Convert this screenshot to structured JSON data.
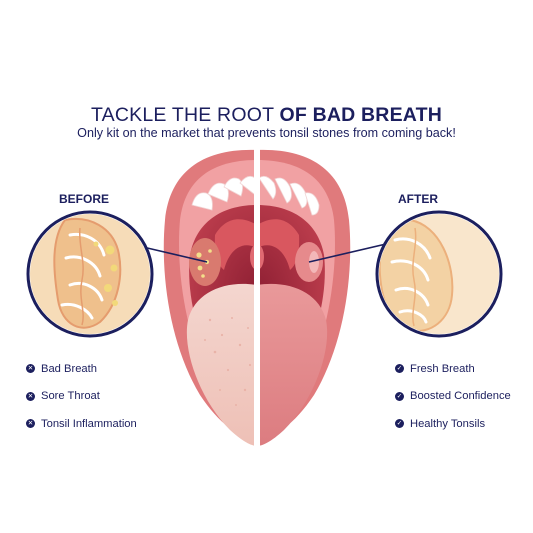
{
  "header": {
    "title_light": "TACKLE THE ROOT ",
    "title_bold": "OF BAD BREATH",
    "subtitle": "Only kit on the market that prevents tonsil stones from coming back!"
  },
  "before": {
    "label": "BEFORE",
    "items": [
      "Bad Breath",
      "Sore Throat",
      "Tonsil Inflammation"
    ],
    "bullet_icon": "x-icon"
  },
  "after": {
    "label": "AFTER",
    "items": [
      "Fresh Breath",
      "Boosted Confidence",
      "Healthy Tonsils"
    ],
    "bullet_icon": "check-icon"
  },
  "colors": {
    "navy": "#1c1f5e",
    "lip": "#e07a7c",
    "gum": "#f1a1a3",
    "throat": "#b8364a",
    "tongue_before": "#f2c9c0",
    "tongue_after": "#e38a8c",
    "tonsil_tissue": "#f3d2a4"
  }
}
